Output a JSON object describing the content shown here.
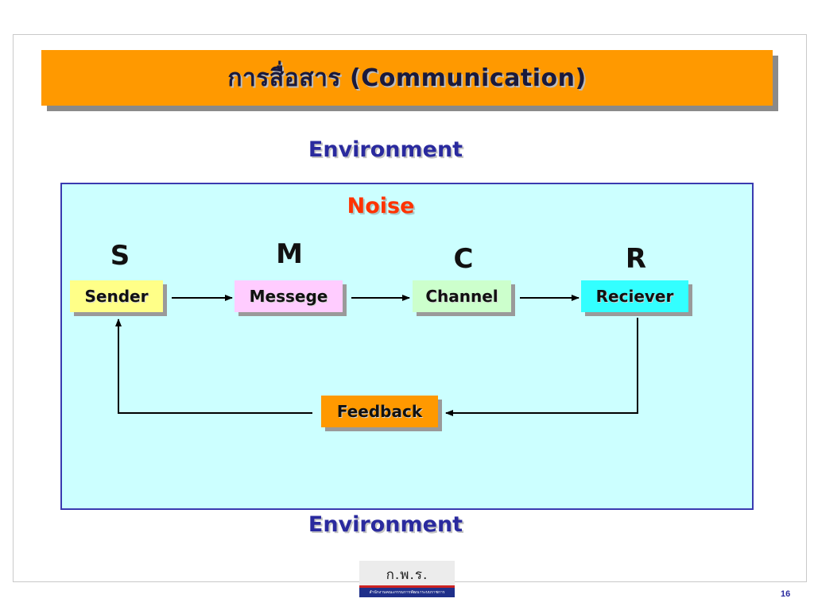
{
  "slide": {
    "title": "การสื่อสาร (Communication)",
    "environment_top": "Environment",
    "environment_bottom": "Environment",
    "noise": "Noise",
    "page_number": "16"
  },
  "model": {
    "letters": {
      "sender": "S",
      "message": "M",
      "channel": "C",
      "receiver": "R"
    },
    "nodes": {
      "sender": "Sender",
      "message": "Messege",
      "channel": "Channel",
      "receiver": "Reciever",
      "feedback": "Feedback"
    }
  },
  "logo": {
    "text": "ก.พ.ร.",
    "subtext": "สำนักงานคณะกรรมการพัฒนาระบบราชการ"
  },
  "colors": {
    "title_banner": "#ff9900",
    "environment_text": "#2a2a9e",
    "noise_text": "#ff3300",
    "panel_background": "#ccffff",
    "sender_box": "#ffff88",
    "message_box": "#ffccff",
    "channel_box": "#ccffcc",
    "receiver_box": "#33ffff",
    "feedback_box": "#ff9900"
  }
}
